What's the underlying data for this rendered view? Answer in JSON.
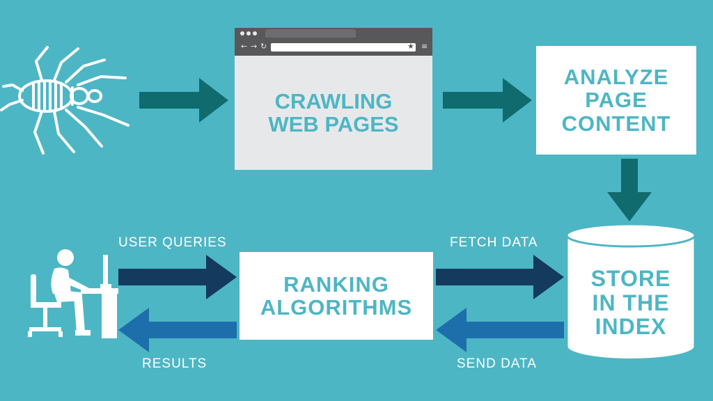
{
  "nodes": {
    "crawl": "CRAWLING\nWEB PAGES",
    "analyze": "ANALYZE\nPAGE\nCONTENT",
    "store": "STORE\nIN THE\nINDEX",
    "rank": "RANKING\nALGORITHMS"
  },
  "edges": {
    "user_queries": "USER QUERIES",
    "results": "RESULTS",
    "fetch_data": "FETCH DATA",
    "send_data": "SEND DATA"
  },
  "colors": {
    "background": "#4db6c4",
    "arrow_dark_teal": "#0f6b6e",
    "arrow_navy": "#143a5e",
    "arrow_blue": "#1d6fab",
    "box_fill": "#ffffff",
    "text_teal": "#4db6c4"
  },
  "icons": [
    "spider-icon",
    "browser-window-icon",
    "user-at-computer-icon",
    "database-cylinder-icon"
  ]
}
